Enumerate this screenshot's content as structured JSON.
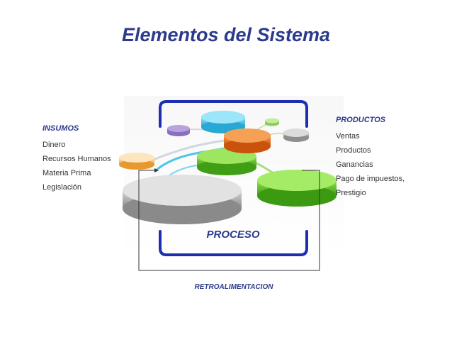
{
  "title": "Elementos del Sistema",
  "insumos": {
    "heading": "INSUMOS",
    "items": [
      "Dinero",
      "Recursos Humanos",
      "Materia Prima",
      "Legislación"
    ]
  },
  "productos": {
    "heading": "PRODUCTOS",
    "items": [
      "Ventas",
      "Productos",
      "Ganancias",
      "Pago de impuestos,",
      "Prestigio"
    ]
  },
  "proceso": "PROCESO",
  "retroalimentacion": "RETROALIMENTACION",
  "colors": {
    "title": "#2c3a8c",
    "bracket": "#1c2fb0",
    "green": "#5fc228",
    "orange": "#e56a1a",
    "cyan": "#4cc6e8",
    "gray": "#a8a8a8",
    "purple": "#a58ad0",
    "peach": "#f6c27a"
  }
}
